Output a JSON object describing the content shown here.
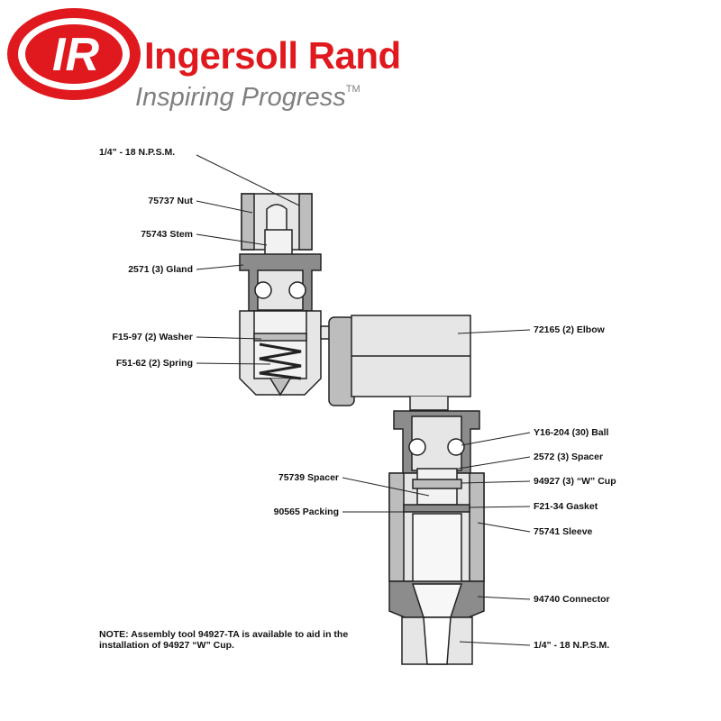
{
  "brand": {
    "logo_mark": "IR",
    "name": "Ingersoll Rand",
    "tagline": "Inspiring Progress",
    "trademark": "TM",
    "color": "#e0191e",
    "tagline_color": "#7f7f7f"
  },
  "labels": {
    "npsm_top": "1/4\" - 18 N.P.S.M.",
    "nut": "75737 Nut",
    "stem": "75743 Stem",
    "gland": "2571 (3) Gland",
    "washer": "F15-97 (2) Washer",
    "spring": "F51-62 (2) Spring",
    "elbow": "72165 (2) Elbow",
    "ball": "Y16-204 (30) Ball",
    "spacer_2572": "2572 (3) Spacer",
    "w_cup": "94927 (3) “W” Cup",
    "spacer_75739": "75739 Spacer",
    "gasket": "F21-34 Gasket",
    "packing": "90565 Packing",
    "sleeve": "75741 Sleeve",
    "connector": "94740 Connector",
    "npsm_bottom": "1/4\" - 18 N.P.S.M."
  },
  "note": "NOTE: Assembly tool 94927-TA is available to aid in the installation of 94927 “W” Cup.",
  "colors": {
    "metal_light": "#e6e6e6",
    "metal_mid": "#bdbdbd",
    "metal_dark": "#8c8c8c",
    "outline": "#222222"
  }
}
